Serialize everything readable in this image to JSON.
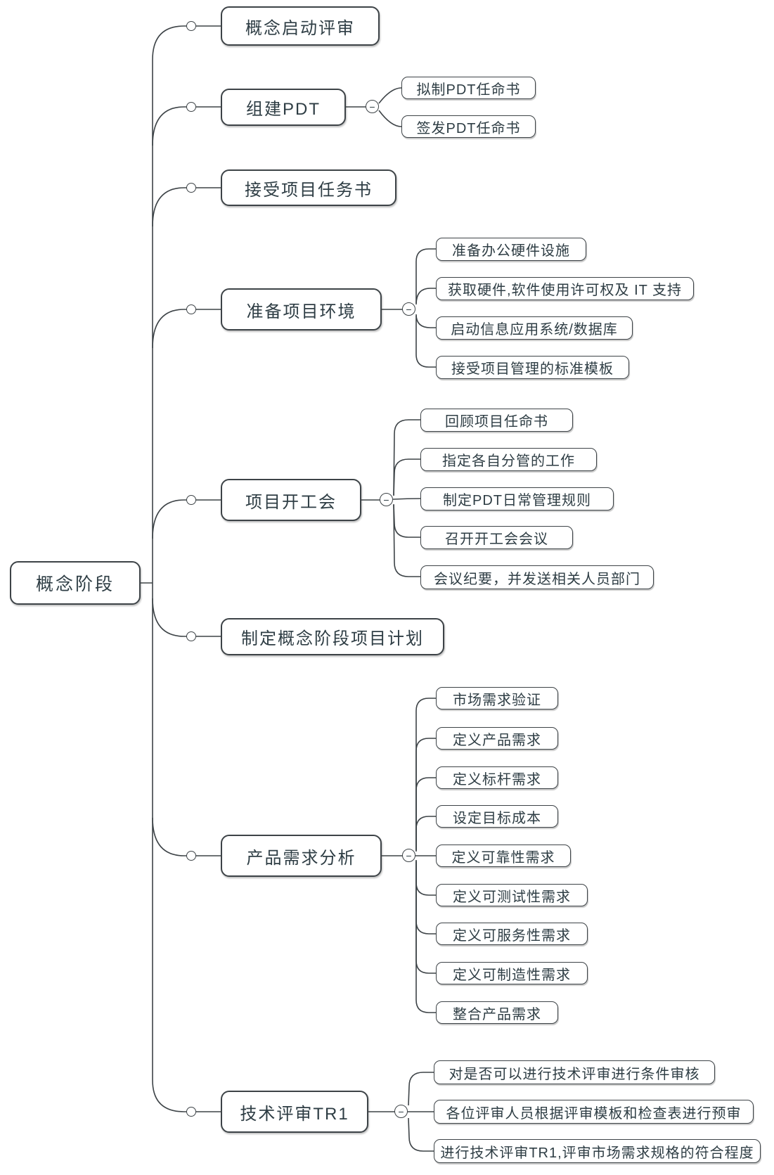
{
  "meta": {
    "app": "mind-map-canvas",
    "background_color": "#ffffff",
    "line_color": "#3d4347",
    "box_border_color": "#3d4347",
    "box_fill_color": "#ffffff",
    "text_color": "#2e3d44"
  },
  "icons": {
    "collapse": "−",
    "junction_dot": "connector-dot"
  },
  "root": {
    "label": "概念阶段"
  },
  "branches": [
    {
      "label": "概念启动评审",
      "children": []
    },
    {
      "label": "组建PDT",
      "children": [
        {
          "label": "拟制PDT任命书"
        },
        {
          "label": "签发PDT任命书"
        }
      ]
    },
    {
      "label": "接受项目任务书",
      "children": []
    },
    {
      "label": "准备项目环境",
      "children": [
        {
          "label": "准备办公硬件设施"
        },
        {
          "label": "获取硬件,软件使用许可权及 IT 支持"
        },
        {
          "label": "启动信息应用系统/数据库"
        },
        {
          "label": "接受项目管理的标准模板"
        }
      ]
    },
    {
      "label": "项目开工会",
      "children": [
        {
          "label": "回顾项目任命书"
        },
        {
          "label": "指定各自分管的工作"
        },
        {
          "label": "制定PDT日常管理规则"
        },
        {
          "label": "召开开工会会议"
        },
        {
          "label": "会议纪要，并发送相关人员部门"
        }
      ]
    },
    {
      "label": "制定概念阶段项目计划",
      "children": []
    },
    {
      "label": "产品需求分析",
      "children": [
        {
          "label": "市场需求验证"
        },
        {
          "label": "定义产品需求"
        },
        {
          "label": "定义标杆需求"
        },
        {
          "label": "设定目标成本"
        },
        {
          "label": "定义可靠性需求"
        },
        {
          "label": "定义可测试性需求"
        },
        {
          "label": "定义可服务性需求"
        },
        {
          "label": "定义可制造性需求"
        },
        {
          "label": "整合产品需求"
        }
      ]
    },
    {
      "label": "技术评审TR1",
      "children": [
        {
          "label": "对是否可以进行技术评审进行条件审核"
        },
        {
          "label": "各位评审人员根据评审模板和检查表进行预审"
        },
        {
          "label": "进行技术评审TR1,评审市场需求规格的符合程度"
        }
      ]
    }
  ]
}
